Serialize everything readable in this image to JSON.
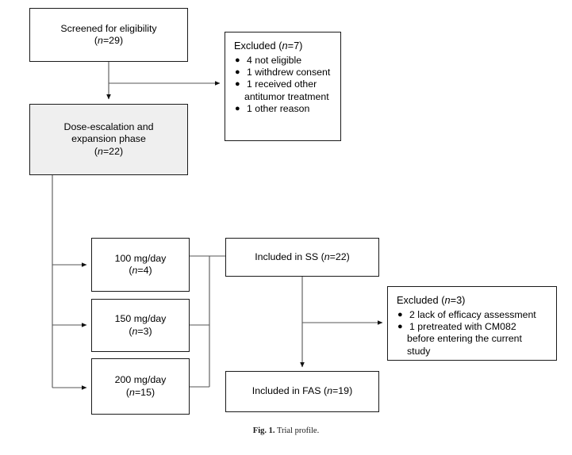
{
  "figure": {
    "caption_label": "Fig. 1.",
    "caption_text": "Trial profile."
  },
  "theme": {
    "box_border_color": "#1a1a1a",
    "shaded_box_fill": "#efefef",
    "page_background": "#ffffff",
    "connector_color": "#555555",
    "text_color": "#000000"
  },
  "nodes": {
    "screened": {
      "line1": "Screened for eligibility",
      "line2_prefix": "(",
      "line2_n": "n",
      "line2_suffix": "=29)"
    },
    "excluded_top": {
      "title_prefix": "Excluded (",
      "title_n": "n",
      "title_suffix": "=7)",
      "bullet": "●",
      "reasons": [
        {
          "text": "4 not eligible",
          "cont": ""
        },
        {
          "text": "1 withdrew consent",
          "cont": ""
        },
        {
          "text": "1 received other",
          "cont": "antitumor treatment"
        },
        {
          "text": "1 other reason",
          "cont": ""
        }
      ]
    },
    "dose_phase": {
      "line1": "Dose-escalation and",
      "line2": "expansion phase",
      "line3_prefix": "(",
      "line3_n": "n",
      "line3_suffix": "=22)"
    },
    "dose_arms": [
      {
        "name": "dose-100",
        "line1": "100 mg/day",
        "line2_prefix": "(",
        "line2_n": "n",
        "line2_suffix": "=4)"
      },
      {
        "name": "dose-150",
        "line1": "150 mg/day",
        "line2_prefix": "(",
        "line2_n": "n",
        "line2_suffix": "=3)"
      },
      {
        "name": "dose-200",
        "line1": "200 mg/day",
        "line2_prefix": "(",
        "line2_n": "n",
        "line2_suffix": "=15)"
      }
    ],
    "included_ss": {
      "prefix": "Included in SS (",
      "n": "n",
      "suffix": "=22)"
    },
    "excluded_bottom": {
      "title_prefix": "Excluded (",
      "title_n": "n",
      "title_suffix": "=3)",
      "bullet": "●",
      "reasons": [
        {
          "text": "2 lack of efficacy assessment",
          "cont": ""
        },
        {
          "text": "1 pretreated with CM082",
          "cont": "before entering the current",
          "cont2": "study"
        }
      ]
    },
    "included_fas": {
      "prefix": "Included in FAS (",
      "n": "n",
      "suffix": "=19)"
    }
  },
  "chart_data": {
    "type": "flowchart",
    "title": "Trial profile",
    "nodes": [
      {
        "id": "screened",
        "label": "Screened for eligibility (n=29)",
        "n": 29
      },
      {
        "id": "excluded_top",
        "label": "Excluded (n=7)",
        "n": 7,
        "detail": [
          "4 not eligible",
          "1 withdrew consent",
          "1 received other antitumor treatment",
          "1 other reason"
        ]
      },
      {
        "id": "dose_phase",
        "label": "Dose-escalation and expansion phase (n=22)",
        "n": 22
      },
      {
        "id": "dose_100",
        "label": "100 mg/day (n=4)",
        "n": 4
      },
      {
        "id": "dose_150",
        "label": "150 mg/day (n=3)",
        "n": 3
      },
      {
        "id": "dose_200",
        "label": "200 mg/day (n=15)",
        "n": 15
      },
      {
        "id": "included_ss",
        "label": "Included in SS (n=22)",
        "n": 22
      },
      {
        "id": "excluded_bottom",
        "label": "Excluded (n=3)",
        "n": 3,
        "detail": [
          "2 lack of efficacy assessment",
          "1 pretreated with CM082 before entering the current study"
        ]
      },
      {
        "id": "included_fas",
        "label": "Included in FAS (n=19)",
        "n": 19
      }
    ],
    "edges": [
      {
        "from": "screened",
        "to": "dose_phase"
      },
      {
        "from": "screened",
        "to": "excluded_top"
      },
      {
        "from": "dose_phase",
        "to": "dose_100"
      },
      {
        "from": "dose_phase",
        "to": "dose_150"
      },
      {
        "from": "dose_phase",
        "to": "dose_200"
      },
      {
        "from": "dose_100",
        "to": "included_ss"
      },
      {
        "from": "dose_150",
        "to": "included_ss"
      },
      {
        "from": "dose_200",
        "to": "included_ss"
      },
      {
        "from": "included_ss",
        "to": "included_fas"
      },
      {
        "from": "included_ss",
        "to": "excluded_bottom"
      }
    ]
  }
}
